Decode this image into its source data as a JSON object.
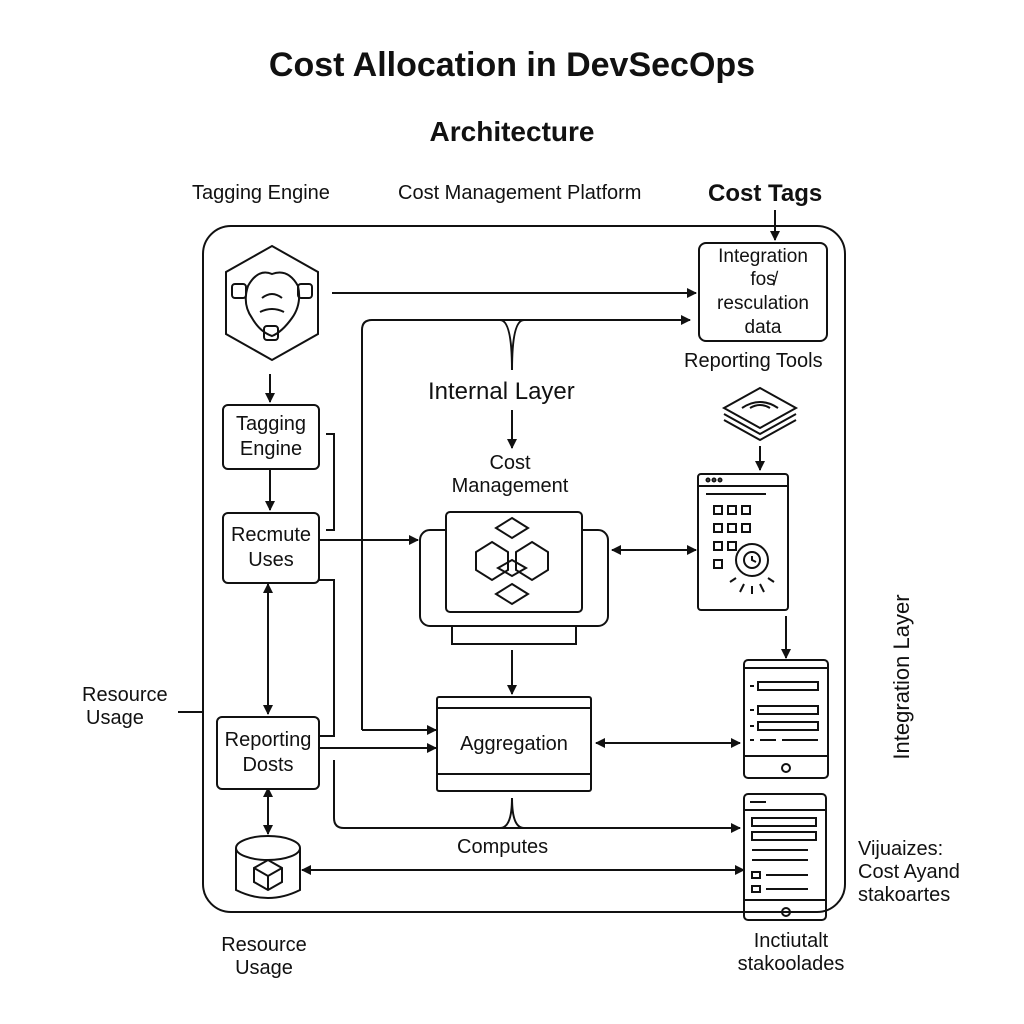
{
  "title": "Cost Allocation in DevSecOps",
  "subtitle": "Architecture",
  "top_labels": {
    "tagging_engine": "Tagging Engine",
    "cost_management_platform": "Cost Management Platform",
    "cost_tags": "Cost Tags"
  },
  "integration_box": [
    "Integration",
    "fos̸",
    "resculation",
    "data"
  ],
  "reporting_tools": "Reporting Tools",
  "internal_layer": "Internal Layer",
  "cost_management": [
    "Cost",
    "Management"
  ],
  "tagging_engine_box": [
    "Tagging",
    "Engine"
  ],
  "recmute_uses_box": [
    "Recmute",
    "Uses"
  ],
  "reporting_dosts_box": [
    "Reporting",
    "Dosts"
  ],
  "aggregation": "Aggregation",
  "computes": "Computes",
  "resource_usage_left": [
    "Resource",
    "Usage"
  ],
  "resource_usage_bottom": [
    "Resource",
    "Usage"
  ],
  "integration_layer": "Integration Layer",
  "vijuaizes": [
    "Vijuaizes:",
    "Cost Ayand",
    "stakoartes"
  ],
  "inctiutalt": [
    "Inctiutalt",
    "stakoolades"
  ]
}
